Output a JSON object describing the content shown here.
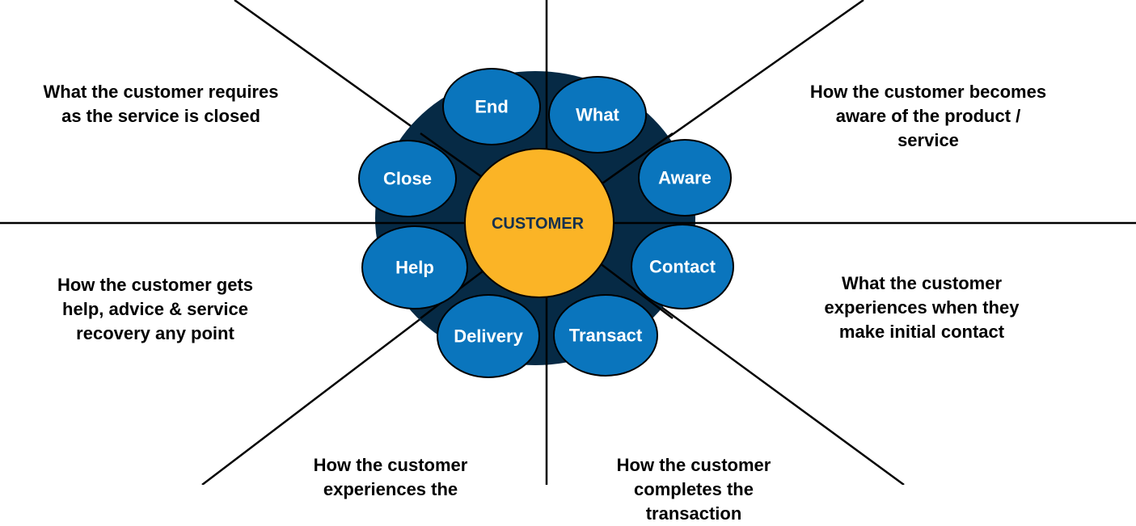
{
  "center": {
    "label": "CUSTOMER"
  },
  "stages": [
    {
      "id": "end",
      "label": "End"
    },
    {
      "id": "what",
      "label": "What"
    },
    {
      "id": "aware",
      "label": "Aware"
    },
    {
      "id": "contact",
      "label": "Contact"
    },
    {
      "id": "transact",
      "label": "Transact"
    },
    {
      "id": "delivery",
      "label": "Delivery"
    },
    {
      "id": "help",
      "label": "Help"
    },
    {
      "id": "close",
      "label": "Close"
    }
  ],
  "descriptions": {
    "close": "What the customer requires as the service is closed",
    "aware": "How the customer becomes aware of the product / service",
    "help": "How the customer gets help, advice & service recovery any point",
    "contact": "What the customer experiences when they make initial contact",
    "delivery": "How the customer experiences the",
    "transact": "How the customer completes the transaction"
  },
  "colors": {
    "hub": "#062a45",
    "ellipse_fill": "#0a75bd",
    "center_fill": "#fbb426",
    "line": "#000000"
  }
}
